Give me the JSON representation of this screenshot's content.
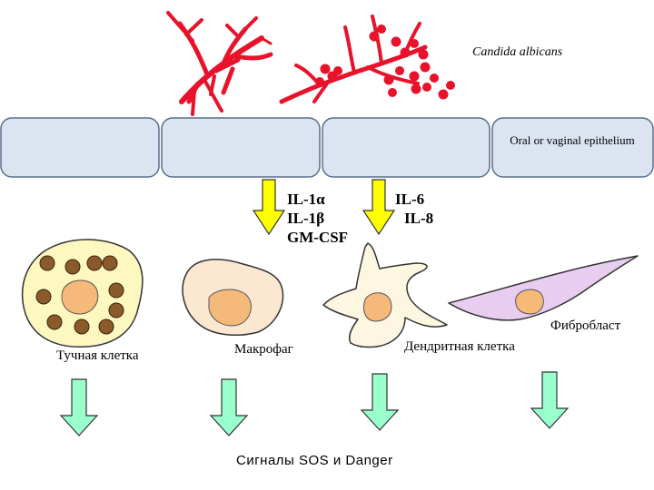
{
  "organism": {
    "label": "Candida albicans",
    "color": "#e8122a"
  },
  "epithelium": {
    "label": "Oral or vaginal epithelium",
    "cell_fill": "#dce4f2",
    "cell_stroke": "#5a6e8c"
  },
  "cytokines_left": [
    "IL-1α",
    "IL-1β",
    "GM-CSF"
  ],
  "cytokines_right": [
    "IL-6",
    "IL-8"
  ],
  "cells": {
    "mast": {
      "label": "Тучная клетка"
    },
    "macrophage": {
      "label": "Макрофаг"
    },
    "dendritic": {
      "label": "Дендритная клетка"
    },
    "fibroblast": {
      "label": "Фибробласт"
    }
  },
  "signals": {
    "label": "Сигналы SOS и Danger"
  },
  "colors": {
    "yellow_arrow": "#ffff00",
    "green_arrow": "#99ffcc",
    "nucleus": "#f5b97a",
    "mast_fill": "#fdf7c0",
    "granule": "#8b5a2b",
    "macrophage_fill": "#fce8d0",
    "dendritic_fill": "#fdf6e0",
    "fibroblast_fill": "#e8cdf0"
  }
}
